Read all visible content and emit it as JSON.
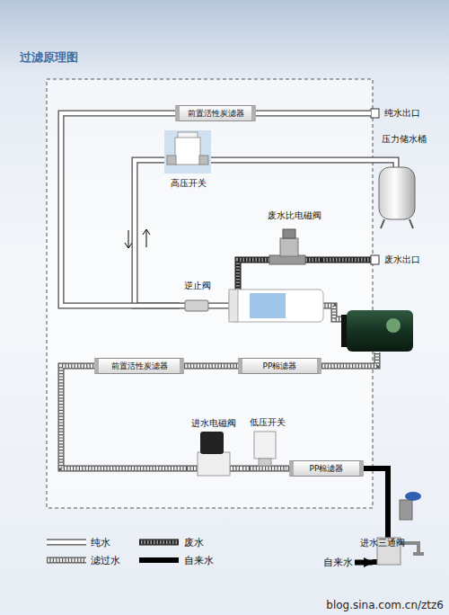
{
  "diagram": {
    "title": "过滤原理图",
    "nodes": [
      {
        "text": [
          "前置活性炭滤器"
        ]
      },
      {
        "text": [
          "纯水出口"
        ]
      },
      {
        "text": [
          "高压开关"
        ]
      },
      {
        "text": [
          "压力储水桶"
        ]
      },
      {
        "text": [
          "废水比电磁阀"
        ]
      },
      {
        "text": [
          "废水出口"
        ]
      },
      {
        "text": [
          "逆止阀"
        ]
      },
      {
        "text": [
          "前置活性炭滤器"
        ]
      },
      {
        "text": [
          "PP棉滤器"
        ]
      },
      {
        "text": [
          "进水电磁阀"
        ]
      },
      {
        "text": [
          "低压开关"
        ]
      },
      {
        "text": [
          "PP棉滤器"
        ]
      },
      {
        "text": [
          "进水三通阀"
        ]
      },
      {
        "text": [
          "自来水"
        ]
      }
    ],
    "edges": [
      {
        "from": 13,
        "to": 12,
        "arrow": "to"
      },
      {
        "from": 12,
        "to": 11,
        "arrow": "none"
      },
      {
        "from": 11,
        "to": 10,
        "arrow": "none"
      },
      {
        "from": 10,
        "to": 9,
        "arrow": "none"
      },
      {
        "from": 9,
        "to": 7,
        "arrow": "none"
      },
      {
        "from": 7,
        "to": 8,
        "arrow": "none"
      },
      {
        "from": 4,
        "to": 5,
        "arrow": "none"
      },
      {
        "from": 6,
        "to": 2,
        "arrow": "none"
      },
      {
        "from": 6,
        "to": 0,
        "arrow": "none"
      },
      {
        "from": 2,
        "to": 3,
        "arrow": "none"
      },
      {
        "from": 0,
        "to": 1,
        "arrow": "none"
      }
    ],
    "labels": [
      "blog.sina.com.cn/ztz6"
    ],
    "legend": [
      {
        "text": "纯水"
      },
      {
        "text": "废水"
      },
      {
        "text": "滤过水"
      },
      {
        "text": "自来水"
      }
    ]
  }
}
